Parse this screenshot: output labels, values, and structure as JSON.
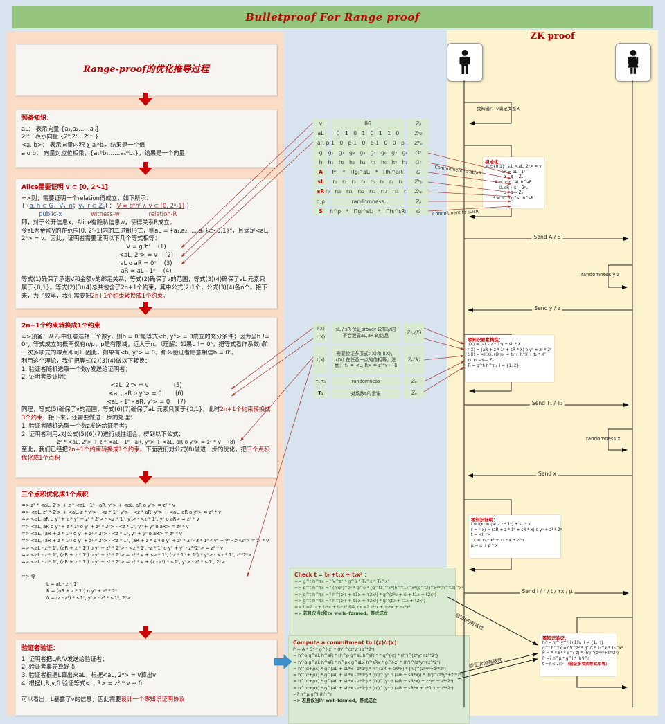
{
  "header": {
    "title": "Bulletproof For Range proof"
  },
  "left": {
    "title": "Range-proof的优化推导过程",
    "prelim": {
      "title": "预备知识：",
      "lines": [
        "aL：  表示向量 {a₁,a₂……aₙ}",
        "2ⁿ：  表示向量 {2⁰,2¹…2ⁿ⁻¹}",
        "<a, b>：  表示向量内积 ∑ aᵢ*bᵢ，结果是一个值",
        "a o b：  向量对应位相乘，{a₁*b₁……aₙ*bₙ}，结果是一个向量"
      ]
    },
    "alice": {
      "title": "Alice需要证明 v ⊂ [0, 2ⁿ-1]",
      "lines": [
        "=>则，需要证明一个relation得成立，如下所示：",
        {
          "seg": [
            {
              "t": "{ ("
            },
            {
              "t": "g, h ⊂ G，V，n",
              "c": "bl u"
            },
            {
              "t": "；"
            },
            {
              "t": "v，r ⊂ Zₚ",
              "c": "bl u"
            },
            {
              "t": ")  ：  "
            },
            {
              "t": "V = gᵛhʳ ∧ v ⊂ [0, 2ⁿ-1]",
              "c": "dr u"
            },
            {
              "t": " }"
            }
          ]
        },
        {
          "seg": [
            {
              "t": "　　　"
            },
            {
              "t": "public-x",
              "c": "bl"
            },
            {
              "t": "　　　　　"
            },
            {
              "t": "witness-w",
              "c": "dr"
            },
            {
              "t": "　　　　　"
            },
            {
              "t": "relation-R",
              "c": "dr"
            }
          ]
        },
        "即，对于公开信息x，Alice有隐私信息w，使得关系R成立。",
        "令aL为金额V的在范围[0, 2ⁿ-1]内的二进制形式，则aL = {a₁,a₂……aₙ}⊂{0,1}ⁿ，且满足<aL, 2ⁿ> = v。因此，证明者需要证明以下几个等式相等：",
        {
          "t": "V = gᵛhʳ　 (1)",
          "c": "ctr"
        },
        {
          "t": "<aL, 2ⁿ> = v　 (2)",
          "c": "ctr"
        },
        {
          "t": "aL o aR = 0ⁿ　 (3)",
          "c": "ctr"
        },
        {
          "t": "aR = aL - 1ⁿ　 (4)",
          "c": "ctr"
        },
        {
          "seg": [
            {
              "t": "等式(1)确保了承诺V和金额v的绑定关系，等式(2)确保了v的范围，等式(3)(4)确保了aL 元素只属于{0,1}。等式(2)(3)(4)总共包含了2n+1个约束，其中公式(2)1个，公式(3)(4)各n个。接下来，为了效率，我们需要把"
            },
            {
              "t": "2n+1个约束转换成1个约束。",
              "c": "r"
            }
          ]
        }
      ]
    },
    "cons": {
      "title": "2n+1个约束转换成1个约束",
      "lines": [
        "=>预备：从Zₚ中任意选择一个数y，则b = 0ⁿ是等式<b, yⁿ> = 0成立的充分条件；因为当b != 0ⁿ，等式成立的概率仅有n/p，p是有限域，远大于n。（理解：如果b != 0ⁿ，把等式看作系数n阶一次多项式的零点即可）因此，如果有<b, yⁿ> = 0，那么验证者愿意相信b = 0ⁿ。",
        "利用这个理论，我们把等式(2)(3)(4)做以下转换：",
        "1. 验证者随机选取一个数y发送给证明者；",
        "2. 证明者要证明：",
        {
          "t": "<aL, 2ⁿ> = v　　　　 (5)",
          "c": "ctr"
        },
        {
          "t": "<aL, aR o yⁿ> = 0　　 (6)",
          "c": "ctr"
        },
        {
          "t": "<aL - 1ⁿ - aR, yⁿ> = 0　 (7)",
          "c": "ctr"
        },
        {
          "seg": [
            {
              "t": "同理，等式(5)确保了v的范围，等式(6)(7)确保了aL 元素只属于{0,1}。此时"
            },
            {
              "t": "2n+1个约束转换成3个约束",
              "c": "r"
            },
            {
              "t": "，接下来，还需要做进一步的处理："
            }
          ]
        },
        "1. 验证者随机选取一个数z发送给证明者；",
        "2. 证明者利用z对公式(5)(6)(7)进行线性组合，得到以下公式：",
        {
          "t": "z² * <aL, 2ⁿ> + z * <aL - 1ⁿ - aR, yⁿ> + <aL, aR o yⁿ> = z² * v　 (8)",
          "c": "ctr sm"
        },
        {
          "seg": [
            {
              "t": "至此，我们已经把"
            },
            {
              "t": "2n+1个约束转换成1个约束。",
              "c": "r"
            },
            {
              "t": "下面我们对公式(8)做进一步的优化，把"
            },
            {
              "t": "三个点积优化成1个点积",
              "c": "r"
            }
          ]
        }
      ]
    },
    "dot": {
      "title": "三个点积优化成1个点积",
      "lines": [
        "=> z² * <aL, 2ⁿ> + z * <aL - 1ⁿ - aR, yⁿ> + <aL, aR o yⁿ> = z² * v",
        "=> <aL, z² * 2ⁿ> + <aL, z * yⁿ> - <z * 1ⁿ, yⁿ> - <z * aR, yⁿ> + <aL, aR o yⁿ> = z² * v",
        "=> <aL, aR o yⁿ + z * yⁿ + z² * 2ⁿ> - <z * 1ⁿ, yⁿ> - <z * 1ⁿ, yⁿ o aR> = z² * v",
        "=> <aL, aR o yⁿ + z * 1ⁿ o yⁿ + z² * 2ⁿ> - <z * 1ⁿ, yⁿ + yⁿ o aR> = z² * v",
        "=> <aL, (aR + z * 1ⁿ) o yⁿ + z² * 2ⁿ> - <z * 1ⁿ, yⁿ + yⁿ o aR> = z² * v",
        "=> <aL, (aR + z * 1ⁿ) o yⁿ + z² * 2ⁿ> - <z * 1ⁿ, (aR + z * 1ⁿ) o yⁿ + z² * 2ⁿ - z * 1ⁿ * yⁿ + yⁿ - z²*2ⁿ> = z² * v",
        "=> <aL - z * 1ⁿ, (aR + z * 1ⁿ) o yⁿ + z² * 2ⁿ> - <z * 1ⁿ, -z * 1ⁿ o yⁿ + yⁿ - z²*2ⁿ> = z² * v",
        "=> <aL - z * 1ⁿ, (aR + z * 1ⁿ) o yⁿ + z² * 2ⁿ> = z² * v + <z * 1ⁿ, (-z * 1ⁿ + 1ⁿ) * yⁿ> - <z * 1ⁿ, z²*2ⁿ>",
        "=> <aL - z * 1ⁿ, (aR + z * 1ⁿ) o yⁿ + z² * 2ⁿ> = z² * v + (z - z²) * <1ⁿ, yⁿ> - z³ * <1ⁿ, 2ⁿ>",
        "",
        "=>  令",
        {
          "t": "L = aL - z * 1ⁿ",
          "c": "ind"
        },
        {
          "t": "R = (aR + z * 1ⁿ) o yⁿ + z² * 2ⁿ",
          "c": "ind"
        },
        {
          "t": "δ = (z - z²) * <1ⁿ, yⁿ> - z³ * <1ⁿ, 2ⁿ>",
          "c": "ind"
        }
      ]
    },
    "ver": {
      "title": "验证者验证：",
      "lines": [
        "1. 证明者把L/R/V发送给验证者；",
        "2. 验证者事先算好 δ",
        "3. 验证者根据L算出来aL，根据<aL, 2ⁿ> = v算出v",
        "4. 根据L,R,v,δ 验证等式<L, R> = z² * v + δ",
        "",
        {
          "seg": [
            {
              "t": "可以看出，L暴露了v的信息，因此需要"
            },
            {
              "t": "设计一个零知识证明协议",
              "c": "r"
            }
          ]
        }
      ]
    }
  },
  "mid": {
    "table1": {
      "rows": [
        {
          "label": "v",
          "value": "86",
          "type": "Zₚ"
        },
        {
          "label": "aL",
          "value": "0 1 0 1 0 1 1 0",
          "type": "Zⁿ₂"
        },
        {
          "label": "aR",
          "value": "p-1 0 p-1 0 p-1 0 0 p-1",
          "type": "Zⁿₚ"
        },
        {
          "label": "g",
          "value": "g₁ g₂ g₃ g₄ g₅ g₆ g₇ g₈",
          "type": "Gⁿ"
        },
        {
          "label": "h",
          "value": "h₁ h₂ h₃ h₄ h₅ h₆ h₇ h₈",
          "type": "Gⁿ"
        },
        {
          "label": "A",
          "value": "hᵅ * Πgᵢ^aLᵢ * Πhᵢ^aRᵢ",
          "type": "G",
          "red": true
        },
        {
          "label": "sL",
          "value": "r₁ r₂ r₃ r₄ r₅ r₆ r₇ r₈",
          "type": "Zⁿₚ",
          "red": true
        },
        {
          "label": "sR",
          "value": "r₉ r₁₀ r₁₁ r₁₂ r₁₃ r₁₄ r₁₅ r₁₆",
          "type": "Zⁿₚ",
          "red": true
        },
        {
          "label": "α,ρ",
          "value": "randomness",
          "type": "Zₚ"
        },
        {
          "label": "S",
          "value": "h^ρ * Πgᵢ^sLᵢ * Πhᵢ^sRᵢ",
          "type": "G",
          "red": true
        }
      ]
    },
    "table2": {
      "r1": {
        "label1": "l(X)",
        "label2": "r(X)",
        "text": "sL / sR 保证prover 公布l/r时 不会泄露aL,aR 的信息",
        "type": "Zⁿₚ(X)"
      },
      "r2": {
        "label": "t(x)",
        "text": "需要验证多项式t(X)和 l(X)，r(X) 在任意一点的值相等，注意： t₀ = <L, R> = z²*v + δ",
        "type": "Zₚ(X)"
      },
      "r3": {
        "label": "τ₁,τ₂",
        "text": "randomness",
        "type": "Zₚ"
      },
      "r4": {
        "label": "T₁",
        "text": "对系数tᵢ的承诺",
        "type": "Zₚ",
        "red": true
      }
    },
    "check": {
      "title": "Check t = t₀ +t₁x + t₂x² ：",
      "lines": [
        "=> g^t h^τx =? V^z² * g^δ * T₁^x * T₂^x²",
        "=> g^t h^τx =? (hʳgᵛ)^z² * g^δ * (g^t1)^x*(h^τ1)^x*(g^t2)^x²*(h^τ2)^x²",
        "=> g^t h^τx =? h^(z²r + τ1x + τ2x²) * g^(z²v + δ + t1x + t2x²)",
        "=> g^t h^τx =? h^(z²r + τ1x + τ2x²) * g^(t0 + t1x + t2x²)",
        "=> t =? t₀ + t₁*x + t₂*x²  &&  τx =? z²*r + τ₁*x + τ₂*x²",
        {
          "t": "=> 若且仅当t和τx welle-formed，等式成立",
          "c": "r b"
        }
      ]
    },
    "compute": {
      "title": "Compute a commitment to l(x)/r(x)：",
      "lines": [
        "P = A * Sˣ * g^(-z) * (h')^(z*yⁿ+z²*2ⁿ)",
        "= h^α g^aL h^aR * (h^ρ g^sL h^sR)ˣ * g^(-z) * (h')^(z*yⁿ+z²*2ⁿ)",
        "= h^α g^aL h^aR * h^ρx g^sLx h^sRx * g^(-z) * (h')^(z*yⁿ+z²*2ⁿ)",
        "= h^(α+ρx) * g^(aL + sL*x - z*1ⁿ) * h^(aR + sR*x) * (h')^(z*yⁿ+z²*2ⁿ)",
        "= h^(α+ρx) * g^(aL + sL*x - z*1ⁿ) * (h')^(yⁿ o (aR + sR*x)) * (h')^(z*yⁿ+z²*2ⁿ)",
        "= h^(α+ρx) * g^(aL + sL*x - z*1ⁿ) * (h')^(yⁿ o (aR + sR*x) + z*yⁿ + z²*2ⁿ)",
        "= h^(α+ρx) * g^(aL + sL*x - z*1ⁿ) * (h')^(yⁿ o (aR + sR*x + z*1ⁿ) + z²*2ⁿ)",
        "=? h^μ g^l (h')^r",
        {
          "t": "=> 若且仅当l/r well-formed，等式成立",
          "c": "r b"
        }
      ]
    }
  },
  "right": {
    "title": "ZK proof",
    "self_msg": "我知道r，v满足关系R",
    "send_as": "Send A / S",
    "rand_yz": "randomness y z",
    "send_yz": "Send y / z",
    "send_t": "Send T₁ / T₂",
    "rand_x": "randomness x",
    "send_x": "Send x",
    "send_lrt": "Send l / r / t / τx / μ",
    "commit1": "Commitment to aL/aR",
    "commit2": "Commitment to sL/sR",
    "verify_t": "验证t的有效性",
    "verify_lr": "验证l/r的有效性",
    "notes": {
      "init": {
        "title": "初始化：",
        "lines": [
          "aL⊂{0,1}ⁿ s.t. <aL, 2ⁿ> = v",
          "aR = aL - 1ⁿ",
          "α ←$— Zₚ",
          "A = hᵅ g^aL h^aR",
          "sL,sR ←$— Zⁿₚ",
          "ρ ←$— Zₚ",
          "S = h^ρ g^sL h^sR"
        ]
      },
      "construct": {
        "title": "零知识要素构造：",
        "lines": [
          "l(X) = (aL - z * 1ⁿ) + sL * X",
          "r(X) = (aR + z * 1ⁿ + sR * X) o yⁿ + z² * 2ⁿ",
          "t(X) = <l(X), r(X)> = t₀ + t₁*X + t₂ * X²",
          "τ₁,τ₂ ←$— Zₚ",
          "Tᵢ = g^tᵢ h^τᵢ，i = {1, 2}"
        ]
      },
      "prove": {
        "title": "零知识证明：",
        "lines": [
          "l = l(x) = (aL - z * 1ⁿ) + sL * x",
          "r = r(x) = (aR + z * 1ⁿ + sR * x) o yⁿ + z² * 2ⁿ",
          "t = <l, r>",
          "τx = τ₂ * x² + τ₁ * x + z²*r",
          "μ = α + ρ * x"
        ]
      },
      "verify": {
        "title": "零知识验证：",
        "lines": [
          "hᵢ' = hᵢ^(y^(-i+1))，i = {1, n}",
          "g^t h^τx =? V^z² * g^δ * T₁^x * T₂^x²",
          "P = A * Sˣ * g^(-z) * (h')^(z*yⁿ+z²*2ⁿ)",
          "P =? h^μ * g^l * (h')^r",
          {
            "seg": [
              {
                "t": "t =? <l, r> "
              },
              {
                "t": "（验证多项式等式相等）",
                "c": "r b"
              }
            ]
          }
        ]
      }
    }
  }
}
